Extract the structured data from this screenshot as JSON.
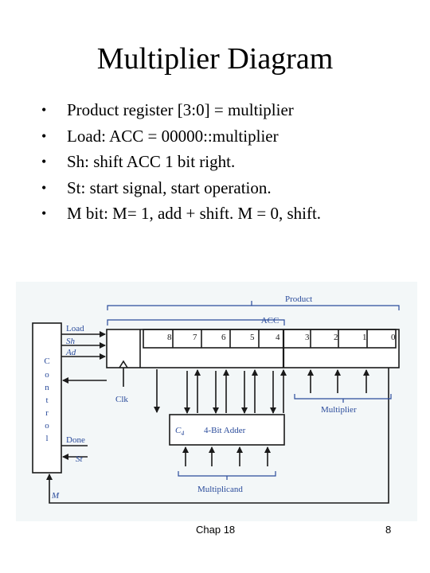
{
  "slide": {
    "title": "Multiplier Diagram",
    "bullets": [
      "Product register [3:0] = multiplier",
      "Load: ACC = 00000::multiplier",
      "Sh: shift ACC 1 bit right.",
      "St: start signal, start operation.",
      "M bit: M= 1, add + shift. M = 0, shift."
    ],
    "footer_left": "Chap 18",
    "page_number": "8"
  },
  "diagram": {
    "product_label": "Product",
    "acc_label": "ACC",
    "bit_labels": [
      "8",
      "7",
      "6",
      "5",
      "4",
      "3",
      "2",
      "1",
      "0"
    ],
    "control_label": "C o n t r o l",
    "control_letters": [
      "C",
      "o",
      "n",
      "t",
      "r",
      "o",
      "l"
    ],
    "signal_load": "Load",
    "signal_sh": "Sh",
    "signal_ad": "Ad",
    "signal_clk": "Clk",
    "signal_done": "Done",
    "signal_st": "St",
    "signal_m": "M",
    "adder_label": "4-Bit Adder",
    "carry_label": "C",
    "carry_subscript": "4",
    "multiplier_label": "Multiplier",
    "multiplicand_label": "Multiplicand",
    "label_color": "#2a4b9b",
    "line_color": "#1a1a1a",
    "background_color": "#f3f7f8"
  }
}
